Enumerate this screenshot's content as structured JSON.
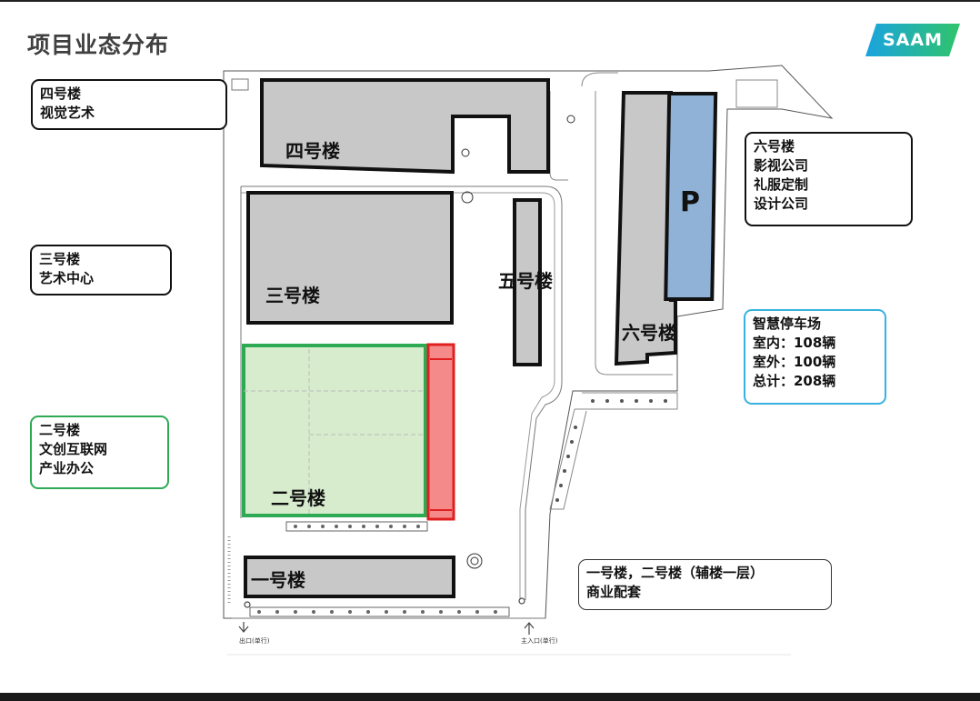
{
  "header": {
    "title": "项目业态分布",
    "logo_text": "SAAM"
  },
  "buildings": {
    "b4": "四号楼",
    "b3": "三号楼",
    "b5": "五号楼",
    "b6": "六号楼",
    "b2": "二号楼",
    "b1": "一号楼",
    "parking_mark": "P"
  },
  "callouts": {
    "four": [
      "四号楼",
      "视觉艺术"
    ],
    "three": [
      "三号楼",
      "艺术中心"
    ],
    "two": [
      "二号楼",
      "文创互联网",
      "产业办公"
    ],
    "six": [
      "六号楼",
      "影视公司",
      "礼服定制",
      "设计公司"
    ],
    "parking": [
      "智慧停车场",
      "室内：108辆",
      "室外：100辆",
      "总计：208辆"
    ],
    "retail": [
      "一号楼，二号楼（辅楼一层）",
      "商业配套"
    ]
  },
  "gates": {
    "exit": "出口(单行)",
    "entrance": "主入口(单行)"
  },
  "colors": {
    "building_fill": "#c8c8c8",
    "green_zone": "#d6eccd",
    "green_border": "#2eaa55",
    "red_zone": "#f58a8a",
    "parking_blue": "#8fb2d6",
    "logo_blue": "#1aa3e0",
    "logo_green": "#2fc46a"
  }
}
